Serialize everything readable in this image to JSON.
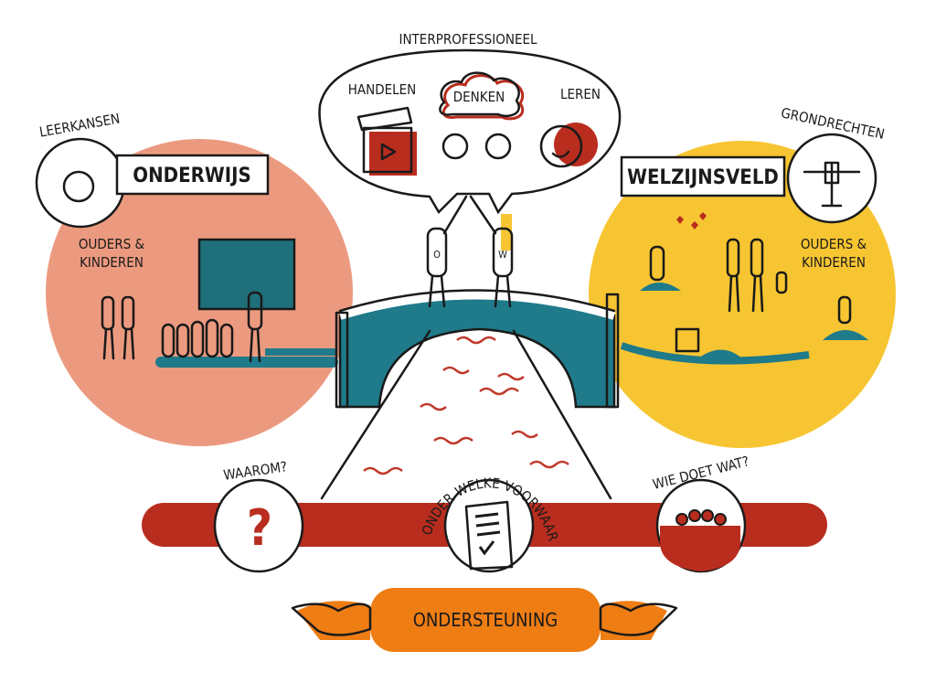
{
  "title": "INTERPROFESSIONEEL",
  "bubble": {
    "handelen": "HANDELEN",
    "denken": "DENKEN",
    "leren": "LEREN"
  },
  "left": {
    "label": "ONDERWIJS",
    "icon_label": "LEERKANSEN",
    "group": [
      "OUDERS &",
      "KINDEREN"
    ]
  },
  "right": {
    "label": "WELZIJNSVELD",
    "icon_label": "GRONDRECHTEN",
    "group": [
      "OUDERS &",
      "KINDEREN"
    ]
  },
  "figures": {
    "left_letter": "O",
    "right_letter": "W"
  },
  "bar": {
    "items": [
      {
        "label": "WAAROM?",
        "icon": "question-mark",
        "glyph": "?"
      },
      {
        "label": "ONDER WELKE VOORWAARDEN?",
        "icon": "checklist-document"
      },
      {
        "label": "WIE DOET WAT?",
        "icon": "group-of-people"
      }
    ]
  },
  "support": {
    "label": "ONDERSTEUNING"
  },
  "colors": {
    "education": "#ec9a7f",
    "welfare": "#f7c531",
    "bridge": "#1f7a8a",
    "bar": "#b92d1f",
    "support": "#ee7d14"
  }
}
